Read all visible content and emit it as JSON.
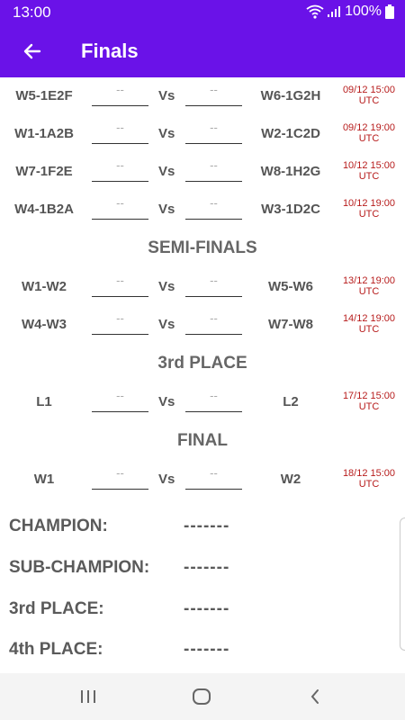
{
  "status_bar": {
    "time": "13:00",
    "battery": "100%"
  },
  "app_bar": {
    "title": "Finals"
  },
  "quarter_finals": [
    {
      "team1": "W5-1E2F",
      "score1": "--",
      "vs": "Vs",
      "score2": "--",
      "team2": "W6-1G2H",
      "date": "09/12 15:00",
      "tz": "UTC"
    },
    {
      "team1": "W1-1A2B",
      "score1": "--",
      "vs": "Vs",
      "score2": "--",
      "team2": "W2-1C2D",
      "date": "09/12 19:00",
      "tz": "UTC"
    },
    {
      "team1": "W7-1F2E",
      "score1": "--",
      "vs": "Vs",
      "score2": "--",
      "team2": "W8-1H2G",
      "date": "10/12 15:00",
      "tz": "UTC"
    },
    {
      "team1": "W4-1B2A",
      "score1": "--",
      "vs": "Vs",
      "score2": "--",
      "team2": "W3-1D2C",
      "date": "10/12 19:00",
      "tz": "UTC"
    }
  ],
  "semi_finals": {
    "title": "SEMI-FINALS",
    "matches": [
      {
        "team1": "W1-W2",
        "score1": "--",
        "vs": "Vs",
        "score2": "--",
        "team2": "W5-W6",
        "date": "13/12 19:00",
        "tz": "UTC"
      },
      {
        "team1": "W4-W3",
        "score1": "--",
        "vs": "Vs",
        "score2": "--",
        "team2": "W7-W8",
        "date": "14/12 19:00",
        "tz": "UTC"
      }
    ]
  },
  "third_place": {
    "title": "3rd PLACE",
    "match": {
      "team1": "L1",
      "score1": "--",
      "vs": "Vs",
      "score2": "--",
      "team2": "L2",
      "date": "17/12 15:00",
      "tz": "UTC"
    }
  },
  "final": {
    "title": "FINAL",
    "match": {
      "team1": "W1",
      "score1": "--",
      "vs": "Vs",
      "score2": "--",
      "team2": "W2",
      "date": "18/12 15:00",
      "tz": "UTC"
    }
  },
  "results": [
    {
      "label": "CHAMPION:",
      "value": "-------"
    },
    {
      "label": "SUB-CHAMPION:",
      "value": "-------"
    },
    {
      "label": "3rd PLACE:",
      "value": "-------"
    },
    {
      "label": "4th PLACE:",
      "value": "-------"
    }
  ],
  "colors": {
    "accent": "#6a12e8",
    "date": "#b71c1c",
    "text": "#555555"
  },
  "icons": {
    "back": "arrow-left-icon",
    "recents": "recents-icon",
    "home": "home-icon",
    "nav_back": "chevron-left-icon"
  }
}
